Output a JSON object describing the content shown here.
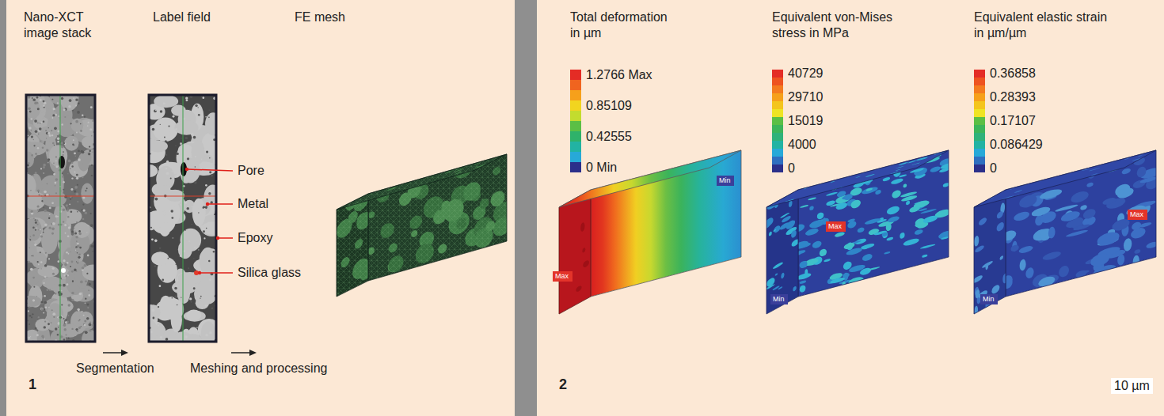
{
  "diagram": {
    "nodes": [
      {
        "text": [
          "Max"
        ]
      },
      {
        "text": [
          "Min"
        ]
      },
      {
        "text": [
          "Max"
        ]
      },
      {
        "text": [
          "Min"
        ]
      },
      {
        "text": [
          "Max"
        ]
      },
      {
        "text": [
          "Min"
        ]
      }
    ],
    "labels": [
      "Nano-XCT image stack",
      "Label field",
      "FE mesh",
      "Pore",
      "Metal",
      "Epoxy",
      "Silica glass",
      "Segmentation",
      "Meshing and processing",
      "1",
      "Total deformation in µm",
      "Equivalent von-Mises stress in MPa",
      "Equivalent elastic strain in µm/µm",
      "2",
      "10 µm"
    ],
    "legend": [
      {
        "text": "1.2766 Max",
        "color": "#e42c25"
      },
      {
        "text": "0.85109",
        "color": "#f2d51f"
      },
      {
        "text": "0.42555",
        "color": "#2fb26a"
      },
      {
        "text": "0 Min",
        "color": "#2b2f8a"
      },
      {
        "text": "40729",
        "color": "#e42c25"
      },
      {
        "text": "29710",
        "color": "#f6a01b"
      },
      {
        "text": "15019",
        "color": "#5bbf45"
      },
      {
        "text": "4000",
        "color": "#22b3a3"
      },
      {
        "text": "0",
        "color": "#2b2f8a"
      },
      {
        "text": "0.36858",
        "color": "#e42c25"
      },
      {
        "text": "0.28393",
        "color": "#f6a01b"
      },
      {
        "text": "0.17107",
        "color": "#5bbf45"
      },
      {
        "text": "0.086429",
        "color": "#22b3a3"
      },
      {
        "text": "0",
        "color": "#2b2f8a"
      }
    ]
  }
}
